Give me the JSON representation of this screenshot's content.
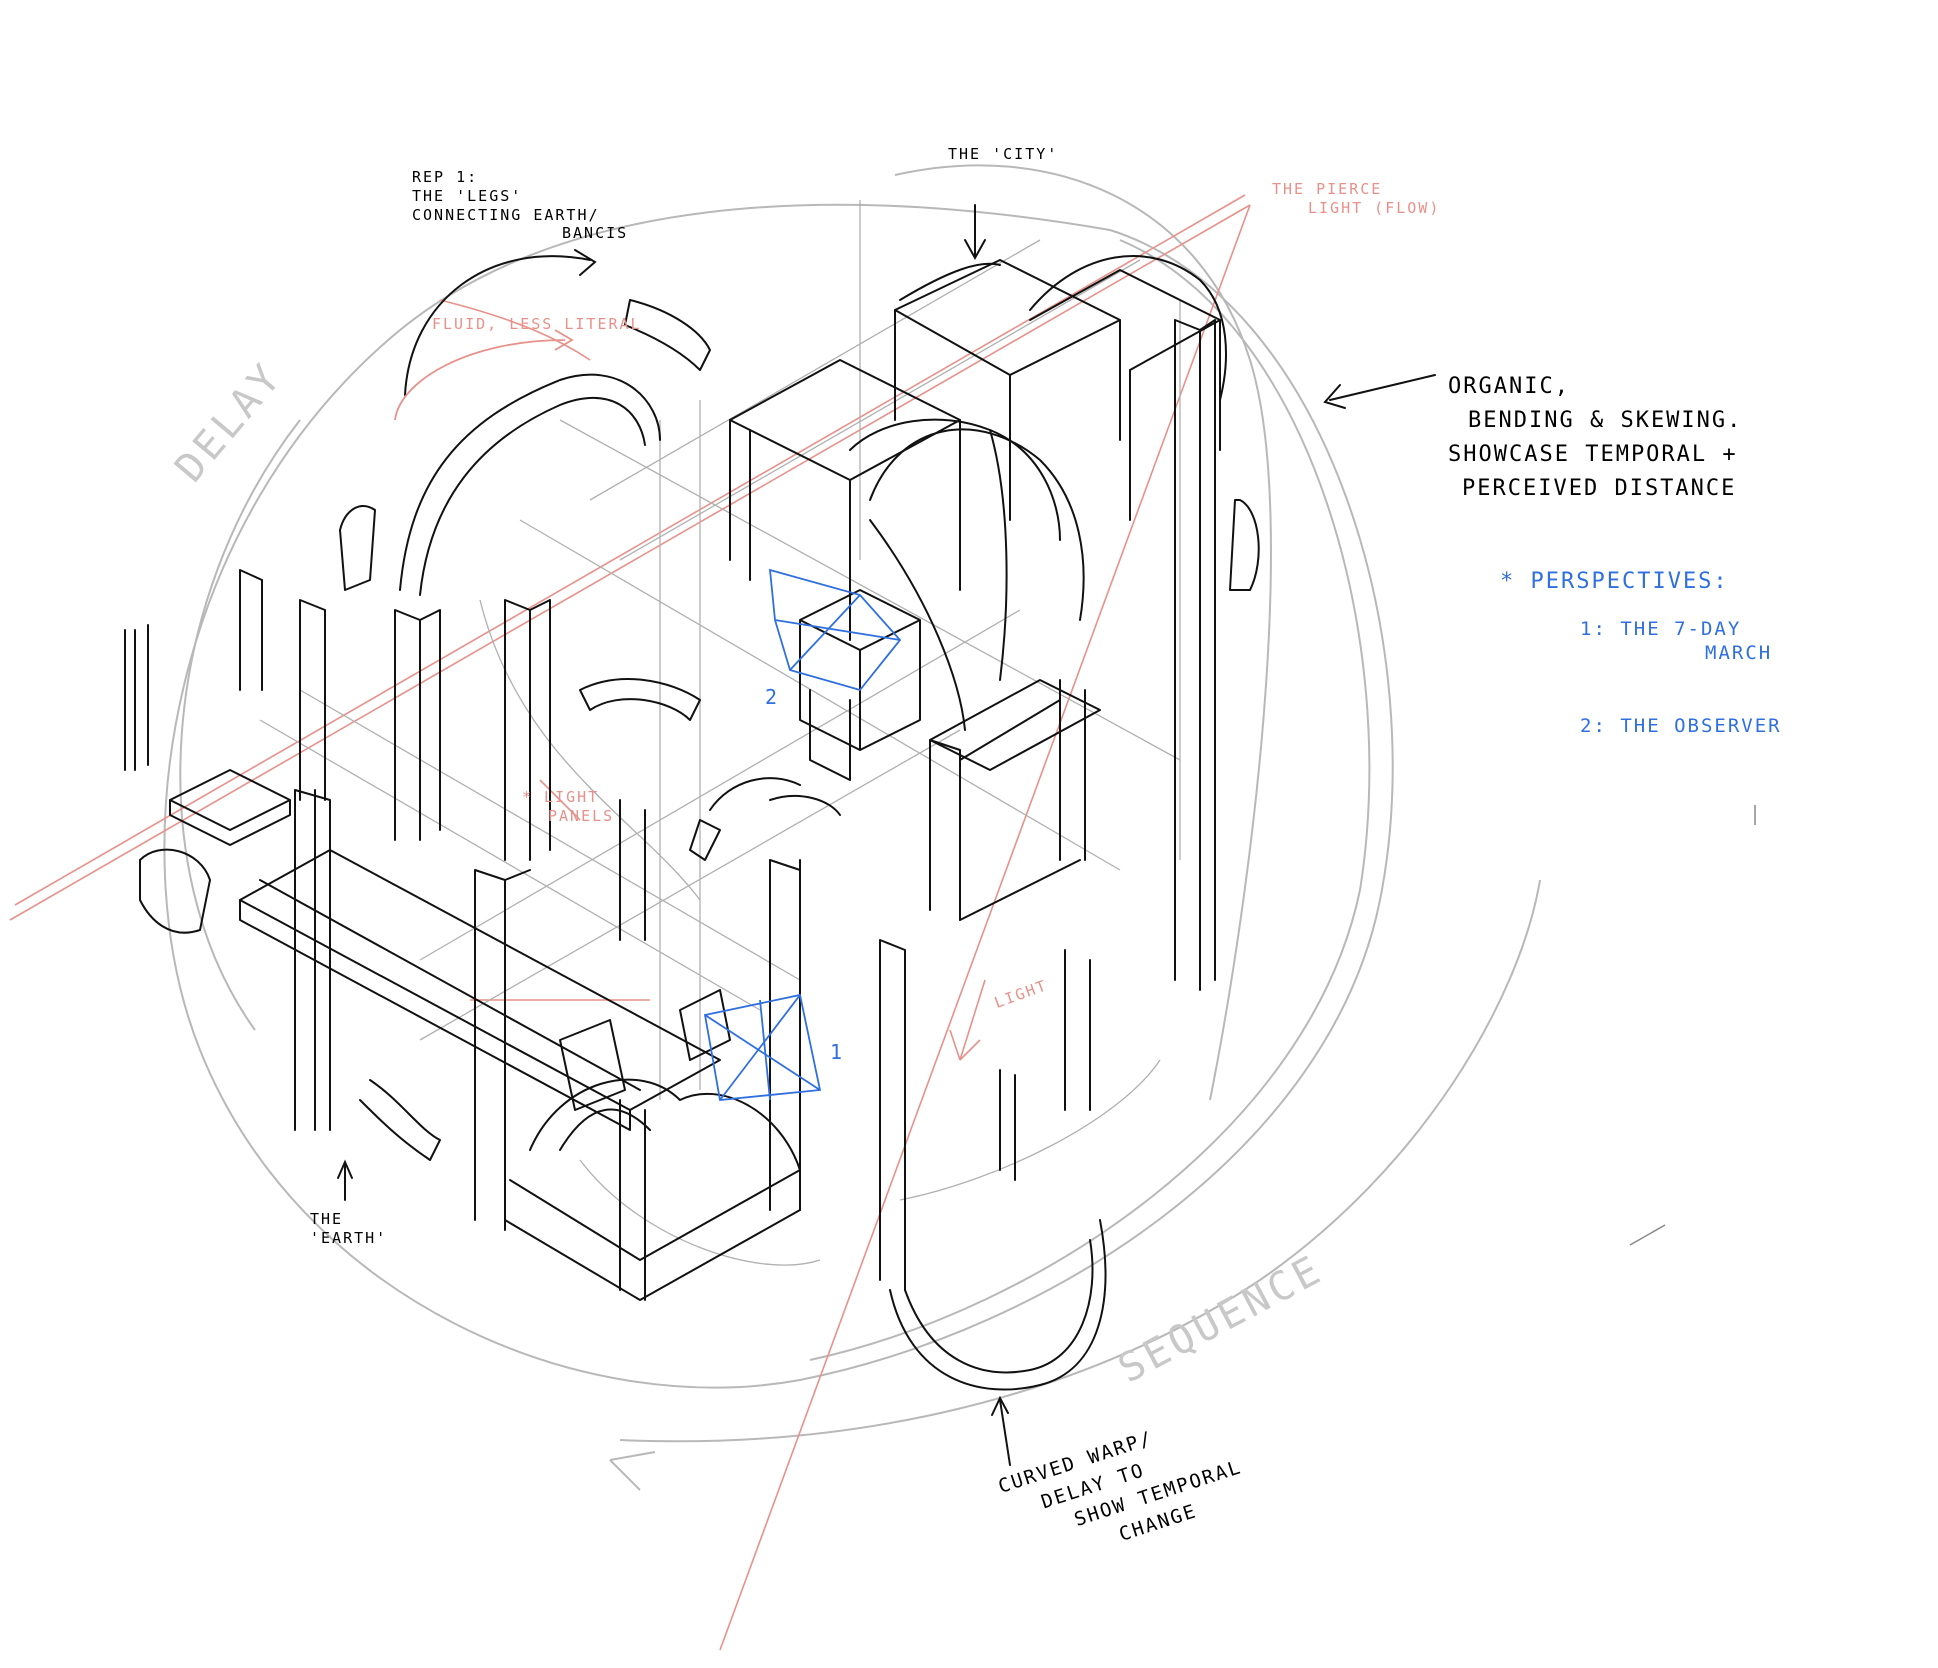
{
  "colors": {
    "ink": "#111111",
    "pencil": "#a8a8a8",
    "red": "#e8918a",
    "blue": "#2f6fe0"
  },
  "annotations": {
    "rep": [
      "REP 1:",
      "THE 'LEGS'",
      "CONNECTING EARTH/",
      "BANCIS"
    ],
    "city": "THE 'CITY'",
    "pierce": [
      "THE PIERCE",
      "LIGHT (FLOW)"
    ],
    "fluid": "FLUID, LESS LITERAL",
    "organic": [
      "ORGANIC,",
      "BENDING & SKEWING.",
      "SHOWCASE TEMPORAL +",
      "PERCEIVED DISTANCE"
    ],
    "perspectives_title": "* PERSPECTIVES:",
    "perspective_1": [
      "1: THE 7-DAY",
      "MARCH"
    ],
    "perspective_2": "2: THE OBSERVER",
    "delay": "DELAY",
    "sequence": "SEQUENCE",
    "light_panels": [
      "* LIGHT",
      "PANELS"
    ],
    "light": "LIGHT",
    "earth": [
      "THE",
      "'EARTH'"
    ],
    "curved_warp": [
      "CURVED WARP/",
      "DELAY TO",
      "SHOW TEMPORAL",
      "CHANGE"
    ],
    "marker_1": "1",
    "marker_2": "2"
  }
}
